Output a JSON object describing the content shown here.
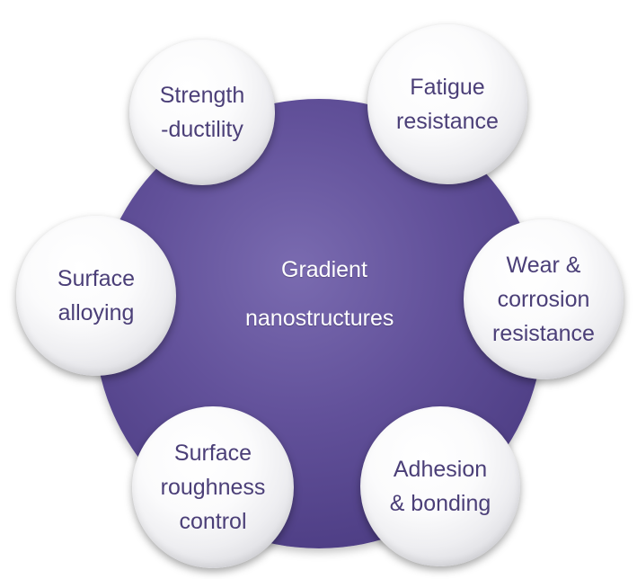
{
  "center": {
    "line1": "Gradient",
    "line2": "nanostructures"
  },
  "nodes": {
    "strength_ductility": [
      "Strength",
      "-ductility"
    ],
    "fatigue_resistance": [
      "Fatigue",
      "resistance"
    ],
    "surface_alloying": [
      "Surface",
      "alloying"
    ],
    "wear_corrosion_resistance": [
      "Wear &",
      "corrosion",
      "resistance"
    ],
    "surface_roughness_control": [
      "Surface",
      "roughness",
      "control"
    ],
    "adhesion_bonding": [
      "Adhesion",
      "& bonding"
    ]
  },
  "colors": {
    "center_fill": "#5b4a95",
    "node_fill": "#f4f4f6",
    "node_text": "#4b3f78",
    "center_text": "#ffffff"
  }
}
